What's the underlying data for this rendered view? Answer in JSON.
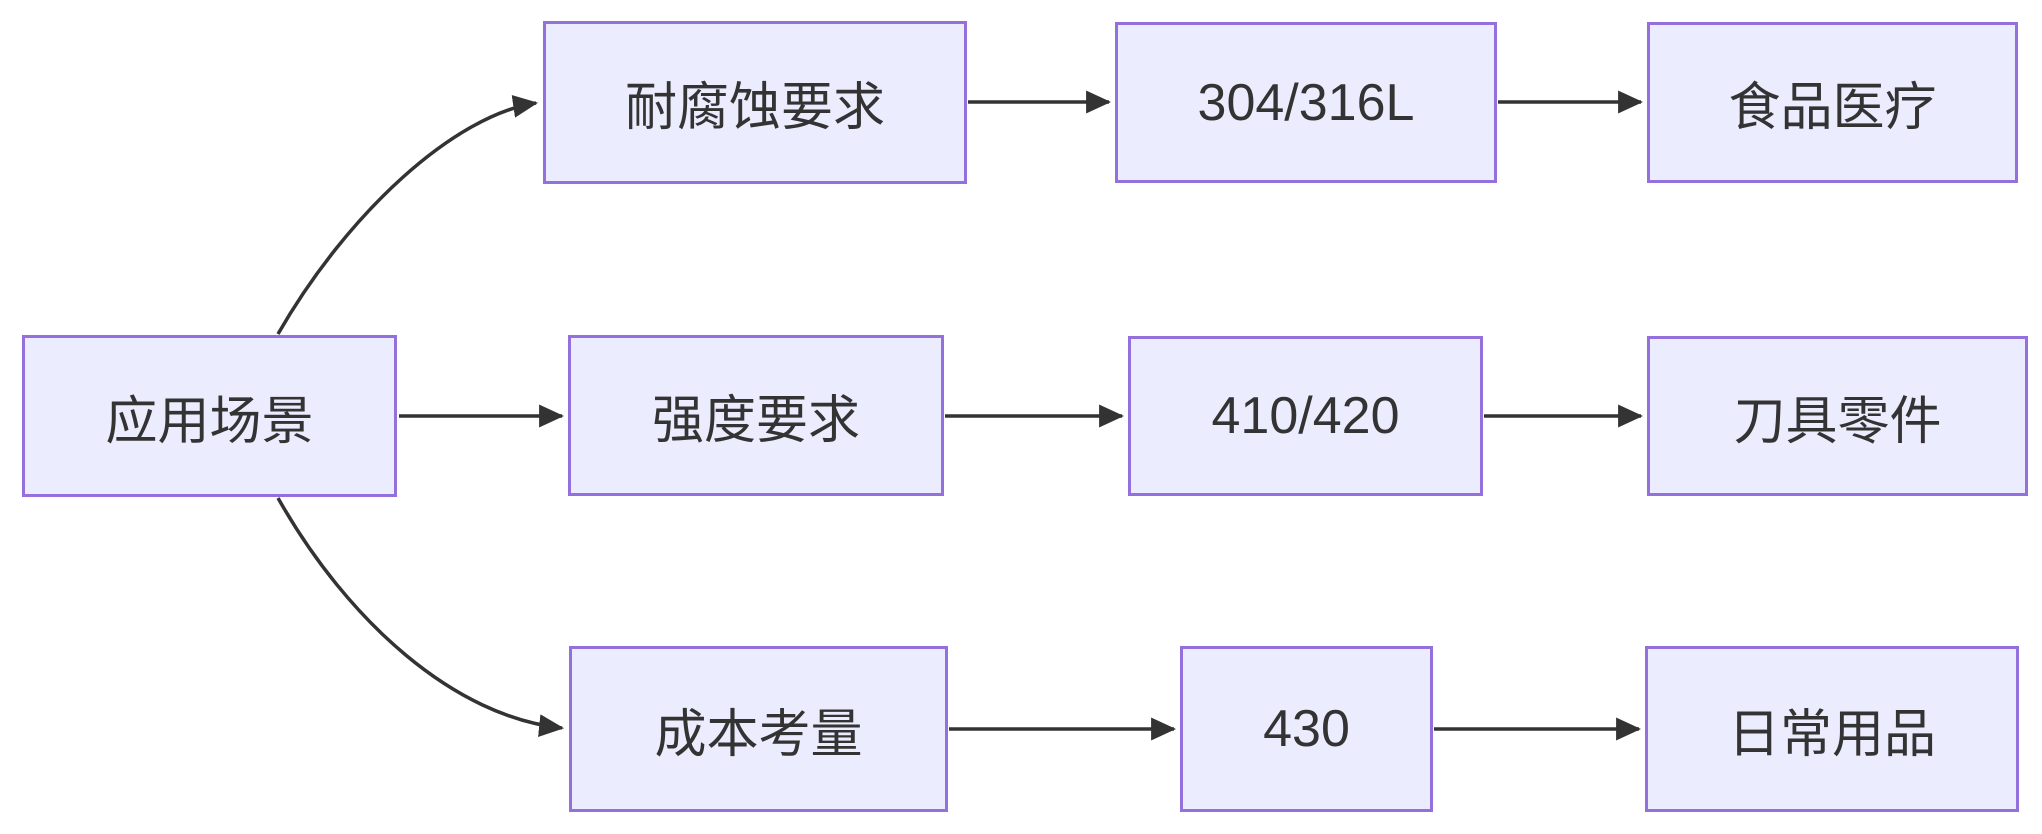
{
  "diagram": {
    "type": "flowchart",
    "direction": "left-to-right",
    "root": {
      "label": "应用场景"
    },
    "branches": [
      {
        "criterion": "耐腐蚀要求",
        "grade": "304/316L",
        "application": "食品医疗"
      },
      {
        "criterion": "强度要求",
        "grade": "410/420",
        "application": "刀具零件"
      },
      {
        "criterion": "成本考量",
        "grade": "430",
        "application": "日常用品"
      }
    ],
    "edges": [
      {
        "from": "应用场景",
        "to": "耐腐蚀要求"
      },
      {
        "from": "应用场景",
        "to": "强度要求"
      },
      {
        "from": "应用场景",
        "to": "成本考量"
      },
      {
        "from": "耐腐蚀要求",
        "to": "304/316L"
      },
      {
        "from": "304/316L",
        "to": "食品医疗"
      },
      {
        "from": "强度要求",
        "to": "410/420"
      },
      {
        "from": "410/420",
        "to": "刀具零件"
      },
      {
        "from": "成本考量",
        "to": "430"
      },
      {
        "from": "430",
        "to": "日常用品"
      }
    ],
    "colors": {
      "node_fill": "#ECECFF",
      "node_border": "#9370DB",
      "edge_line": "#333333",
      "text": "#333333",
      "background": "#FFFFFF"
    }
  }
}
